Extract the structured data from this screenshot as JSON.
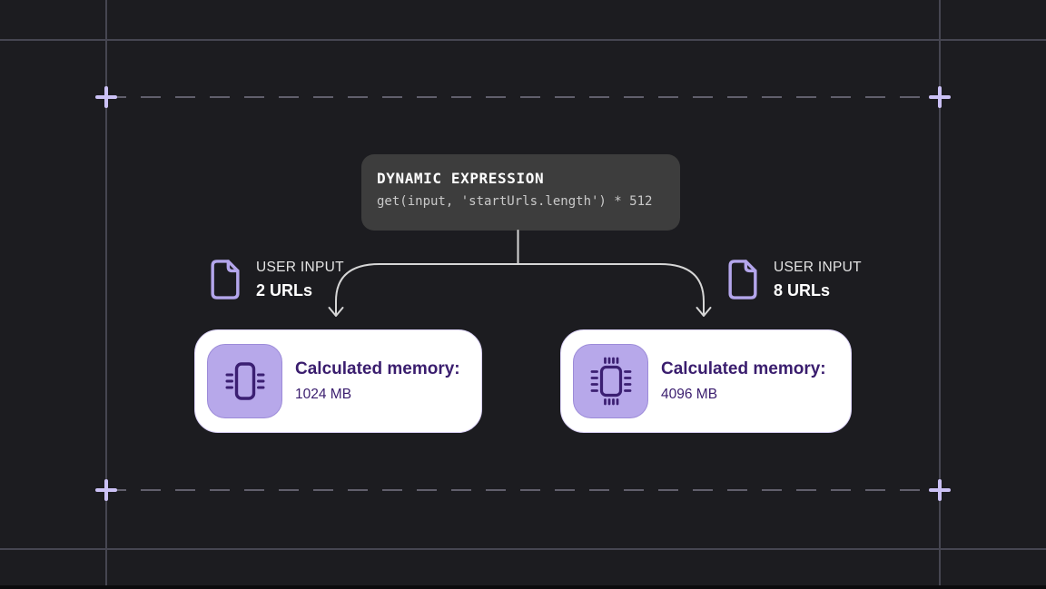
{
  "expression": {
    "label": "DYNAMIC EXPRESSION",
    "code": "get(input, 'startUrls.length') * 512"
  },
  "branches": [
    {
      "input_label": "USER INPUT",
      "input_value": "2 URLs",
      "input_icon": "document-icon",
      "result_title": "Calculated memory:",
      "result_value": "1024 MB",
      "result_icon": "ram-chip-icon"
    },
    {
      "input_label": "USER INPUT",
      "input_value": "8 URLs",
      "input_icon": "document-icon",
      "result_title": "Calculated memory:",
      "result_value": "4096 MB",
      "result_icon": "cpu-chip-icon"
    }
  ],
  "colors": {
    "background": "#1c1c20",
    "grid_line": "#464651",
    "dash_line": "#615f6c",
    "plus_marker": "#cbc1f5",
    "connector_line": "#d6d6d6",
    "expression_box_bg": "#3d3d3d",
    "expression_title": "#ffffff",
    "expression_code": "#c9c9c9",
    "purple_light": "#b7a8ea",
    "purple_dark": "#3a1d6e",
    "card_bg": "#ffffff",
    "card_border": "#d9d0f5",
    "input_label_color": "#e4e4e4"
  }
}
